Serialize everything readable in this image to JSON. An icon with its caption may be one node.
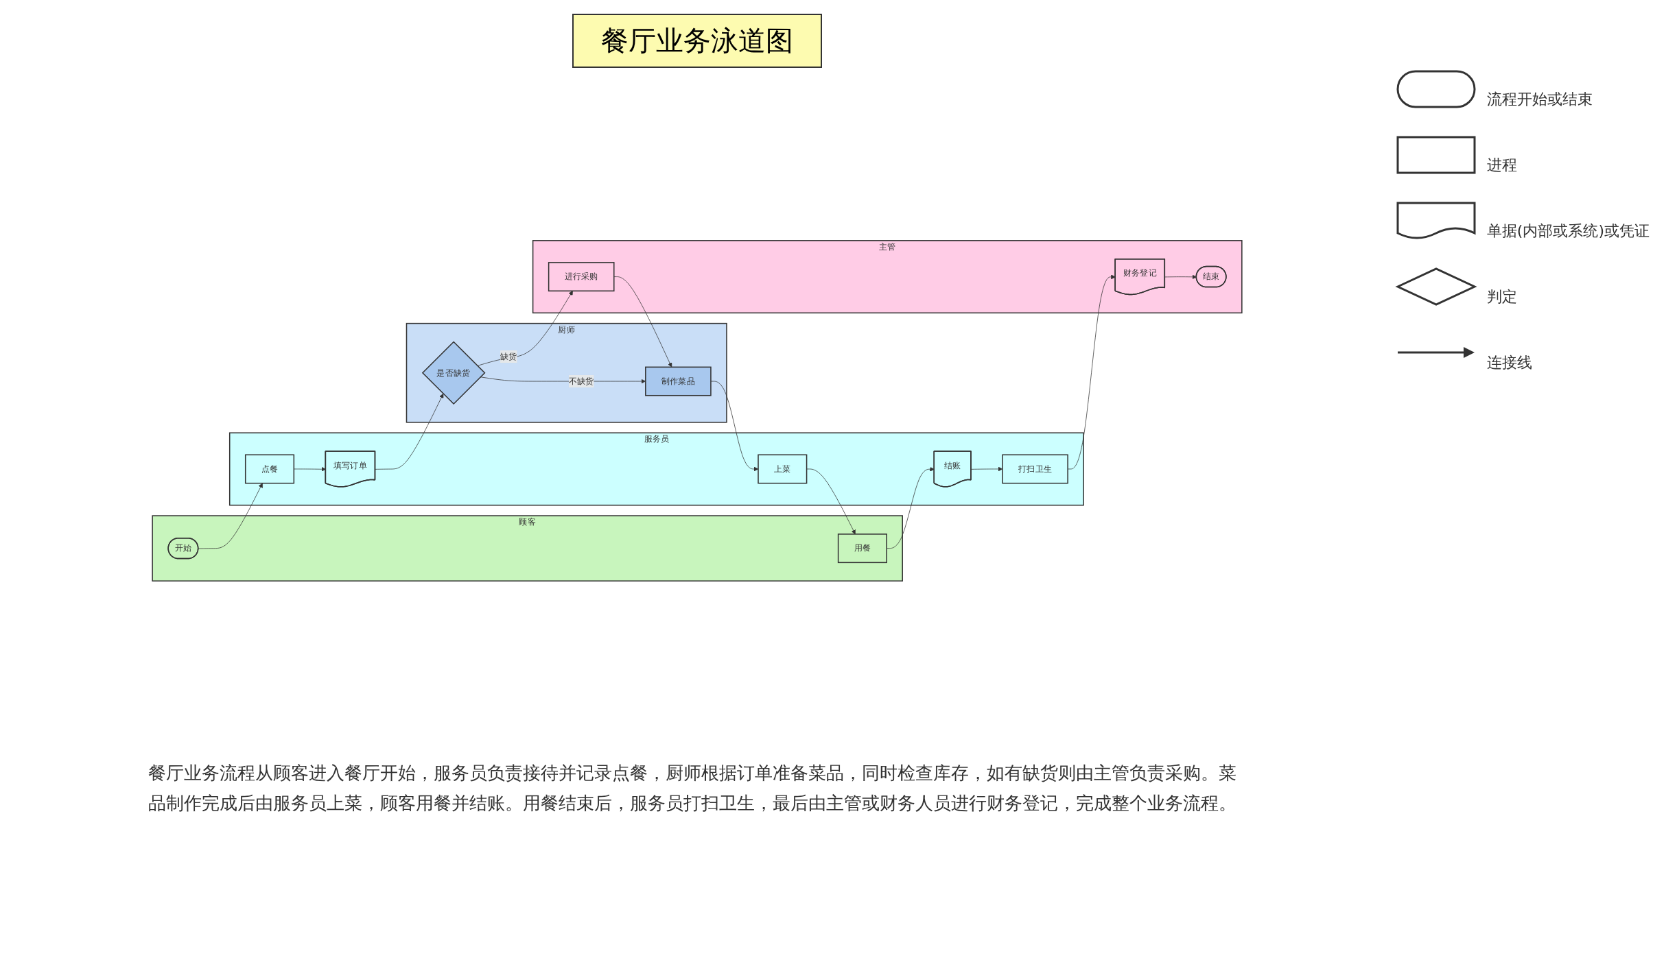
{
  "diagram": {
    "title": "餐厅业务泳道图",
    "caption": "餐厅业务流程从顾客进入餐厅开始，服务员负责接待并记录点餐，厨师根据订单准备菜品，同时检查库存，如有缺货则由主管负责采购。菜品制作完成后由服务员上菜，顾客用餐并结账。用餐结束后，服务员打扫卫生，最后由主管或财务人员进行财务登记，完成整个业务流程。",
    "nodes": [
      {
        "text": [
          "顾客"
        ]
      },
      {
        "text": [
          "开始"
        ],
        "in": 0
      },
      {
        "text": [
          "用餐"
        ],
        "in": 0
      },
      {
        "text": [
          "服务员"
        ]
      },
      {
        "text": [
          "点餐"
        ],
        "in": 3
      },
      {
        "text": [
          "填写订单"
        ],
        "in": 3
      },
      {
        "text": [
          "上菜"
        ],
        "in": 3
      },
      {
        "text": [
          "结账"
        ],
        "in": 3
      },
      {
        "text": [
          "打扫卫生"
        ],
        "in": 3
      },
      {
        "text": [
          "厨师"
        ]
      },
      {
        "text": [
          "是否缺货"
        ],
        "in": 9
      },
      {
        "text": [
          "制作菜品"
        ],
        "in": 9
      },
      {
        "text": [
          "主管"
        ]
      },
      {
        "text": [
          "进行采购"
        ],
        "in": 12
      },
      {
        "text": [
          "财务登记"
        ],
        "in": 12
      },
      {
        "text": [
          "结束"
        ],
        "in": 12
      }
    ],
    "edges": [
      {
        "from": 1,
        "to": 4,
        "arrow": "to"
      },
      {
        "from": 4,
        "to": 5,
        "arrow": "to"
      },
      {
        "from": 5,
        "to": 10,
        "arrow": "to"
      },
      {
        "from": 10,
        "to": 13,
        "arrow": "to",
        "label": "缺货"
      },
      {
        "from": 10,
        "to": 11,
        "arrow": "to",
        "label": "不缺货"
      },
      {
        "from": 13,
        "to": 11,
        "arrow": "to"
      },
      {
        "from": 11,
        "to": 6,
        "arrow": "to"
      },
      {
        "from": 6,
        "to": 2,
        "arrow": "to"
      },
      {
        "from": 2,
        "to": 7,
        "arrow": "to"
      },
      {
        "from": 7,
        "to": 8,
        "arrow": "to"
      },
      {
        "from": 8,
        "to": 14,
        "arrow": "to"
      },
      {
        "from": 14,
        "to": 15,
        "arrow": "to"
      }
    ],
    "legend": [
      {
        "text": "流程开始或结束"
      },
      {
        "text": "进程"
      },
      {
        "text": "单据(内部或系统)或凭证"
      },
      {
        "text": "判定"
      },
      {
        "text": "连接线"
      }
    ]
  }
}
